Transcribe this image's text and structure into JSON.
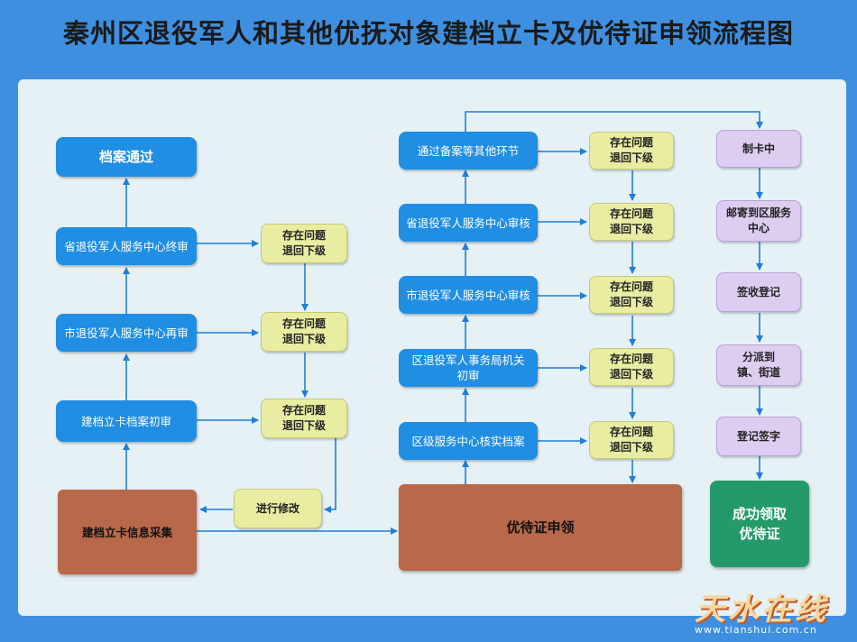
{
  "title": "秦州区退役军人和其他优抚对象建档立卡及优待证申领流程图",
  "left_column": {
    "archive_pass": "档案通过",
    "provincial_final_review": "省退役军人服务中心终审",
    "city_second_review": "市退役军人服务中心再审",
    "initial_review": "建档立卡档案初审",
    "info_collection": "建档立卡信息采集",
    "return_1": "存在问题\n退回下级",
    "return_2": "存在问题\n退回下级",
    "return_3": "存在问题\n退回下级",
    "revise": "进行修改"
  },
  "middle_column": {
    "filing_steps": "通过备案等其他环节",
    "provincial_audit": "省退役军人服务中心审核",
    "city_audit": "市退役军人服务中心审核",
    "district_bureau_review": "区退役军人事务局机关\n初审",
    "district_verify": "区级服务中心核实档案",
    "application": "优待证申领",
    "return_1": "存在问题\n退回下级",
    "return_2": "存在问题\n退回下级",
    "return_3": "存在问题\n退回下级",
    "return_4": "存在问题\n退回下级",
    "return_5": "存在问题\n退回下级"
  },
  "right_column": {
    "making_card": "制卡中",
    "mail": "邮寄到区服务\n中心",
    "sign_register": "签收登记",
    "dispatch": "分派到\n镇、街道",
    "register_sign": "登记签字",
    "success": "成功领取\n优待证"
  },
  "watermark": {
    "logo_text": "天水在线",
    "url": "www.tianshui.com.cn"
  },
  "colors": {
    "blue_box": "#1f8ee3",
    "yellow_box": "#e9eda2",
    "purple_box": "#ddcdf0",
    "brown_box": "#b9684a",
    "green_box": "#249a6a",
    "arrow": "#1f7fd6",
    "background": "#3f8fe0",
    "board": "#e6f1f5"
  }
}
